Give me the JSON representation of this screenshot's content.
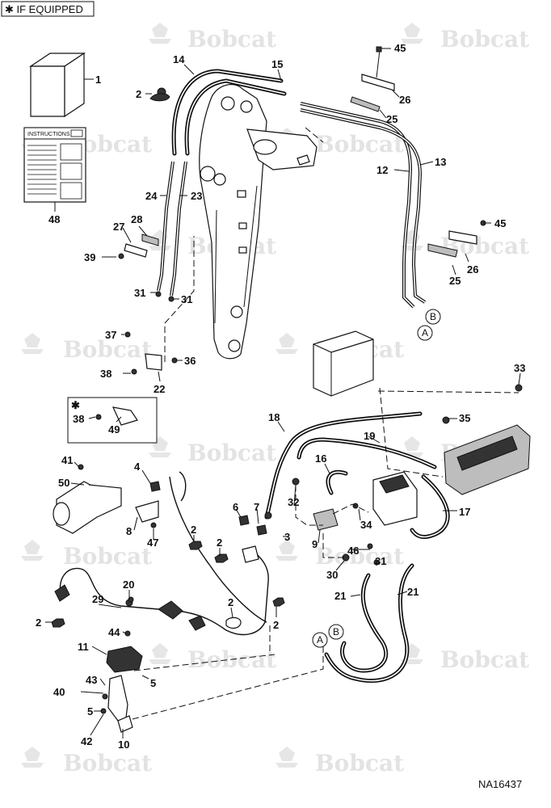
{
  "header": {
    "equipped_note": "✱ IF EQUIPPED"
  },
  "watermark": {
    "brand": "Bobcat"
  },
  "inset_note": {
    "star": "✱"
  },
  "instructions_doc": {
    "title": "INSTRUCTIONS"
  },
  "connectors": {
    "a": "A",
    "b": "B"
  },
  "reference_code": "NA16437",
  "callouts": [
    {
      "id": "c1",
      "label": "1"
    },
    {
      "id": "c2a",
      "label": "2"
    },
    {
      "id": "c14",
      "label": "14"
    },
    {
      "id": "c15",
      "label": "15"
    },
    {
      "id": "c45a",
      "label": "45"
    },
    {
      "id": "c26a",
      "label": "26"
    },
    {
      "id": "c25a",
      "label": "25"
    },
    {
      "id": "c13",
      "label": "13"
    },
    {
      "id": "c12",
      "label": "12"
    },
    {
      "id": "c48",
      "label": "48"
    },
    {
      "id": "c24",
      "label": "24"
    },
    {
      "id": "c23",
      "label": "23"
    },
    {
      "id": "c27",
      "label": "27"
    },
    {
      "id": "c28",
      "label": "28"
    },
    {
      "id": "c39",
      "label": "39"
    },
    {
      "id": "c45b",
      "label": "45"
    },
    {
      "id": "c26b",
      "label": "26"
    },
    {
      "id": "c25b",
      "label": "25"
    },
    {
      "id": "c31a",
      "label": "31"
    },
    {
      "id": "c31b",
      "label": "31"
    },
    {
      "id": "c37",
      "label": "37"
    },
    {
      "id": "c36",
      "label": "36"
    },
    {
      "id": "c38a",
      "label": "38"
    },
    {
      "id": "c22",
      "label": "22"
    },
    {
      "id": "c33",
      "label": "33"
    },
    {
      "id": "c38b",
      "label": "38"
    },
    {
      "id": "c49",
      "label": "49"
    },
    {
      "id": "c18",
      "label": "18"
    },
    {
      "id": "c35",
      "label": "35"
    },
    {
      "id": "c19",
      "label": "19"
    },
    {
      "id": "c41",
      "label": "41"
    },
    {
      "id": "c4",
      "label": "4"
    },
    {
      "id": "c16",
      "label": "16"
    },
    {
      "id": "c50",
      "label": "50"
    },
    {
      "id": "c17",
      "label": "17"
    },
    {
      "id": "c6",
      "label": "6"
    },
    {
      "id": "c7",
      "label": "7"
    },
    {
      "id": "c32",
      "label": "32"
    },
    {
      "id": "c8",
      "label": "8"
    },
    {
      "id": "c34",
      "label": "34"
    },
    {
      "id": "c2b",
      "label": "2"
    },
    {
      "id": "c2c",
      "label": "2"
    },
    {
      "id": "c3",
      "label": "3"
    },
    {
      "id": "c9",
      "label": "9"
    },
    {
      "id": "c47",
      "label": "47"
    },
    {
      "id": "c46",
      "label": "46"
    },
    {
      "id": "c31c",
      "label": "31"
    },
    {
      "id": "c30",
      "label": "30"
    },
    {
      "id": "c20",
      "label": "20"
    },
    {
      "id": "c21a",
      "label": "21"
    },
    {
      "id": "c21b",
      "label": "21"
    },
    {
      "id": "c29",
      "label": "29"
    },
    {
      "id": "c2d",
      "label": "2"
    },
    {
      "id": "c2e",
      "label": "2"
    },
    {
      "id": "c2f",
      "label": "2"
    },
    {
      "id": "c44",
      "label": "44"
    },
    {
      "id": "c11",
      "label": "11"
    },
    {
      "id": "c5a",
      "label": "5"
    },
    {
      "id": "c43",
      "label": "43"
    },
    {
      "id": "c40",
      "label": "40"
    },
    {
      "id": "c5b",
      "label": "5"
    },
    {
      "id": "c42",
      "label": "42"
    },
    {
      "id": "c10",
      "label": "10"
    }
  ]
}
